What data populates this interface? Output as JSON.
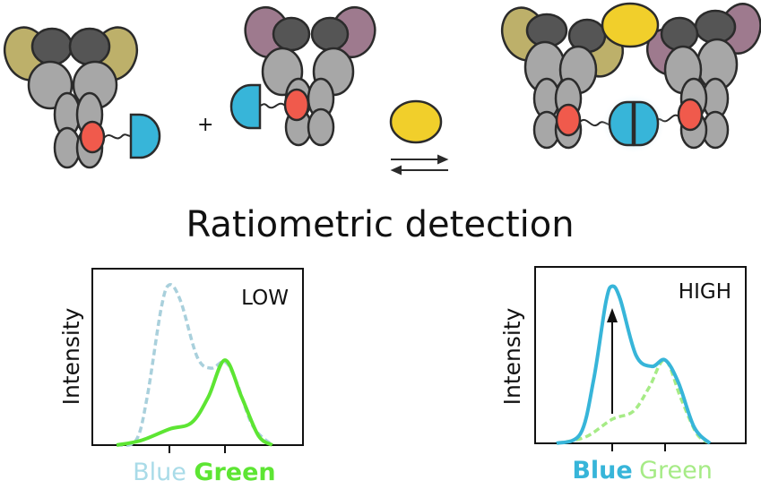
{
  "title": "Ratiometric detection",
  "operators": {
    "plus": "+"
  },
  "colors": {
    "blue": "#37b5d9",
    "green": "#5de533",
    "red": "#f05a4c",
    "gold": "#f1cf2b",
    "grey": "#a7a7a7",
    "dark_grey": "#555555",
    "olive": "#bdb06a",
    "mauve": "#9e7a8e",
    "outline": "#2b2b2b"
  },
  "panels": {
    "low": {
      "label": "LOW",
      "ylabel": "Intensity",
      "x_labels": [
        {
          "text": "Blue",
          "color": "#a9dbe8",
          "bold": false
        },
        {
          "text": "Green",
          "color": "#5de533",
          "bold": true
        }
      ]
    },
    "high": {
      "label": "HIGH",
      "ylabel": "Intensity",
      "x_labels": [
        {
          "text": "Blue",
          "color": "#37b5d9",
          "bold": true
        },
        {
          "text": "Green",
          "color": "#a6eb86",
          "bold": false
        }
      ]
    }
  },
  "chart_data": [
    {
      "type": "line",
      "panel": "LOW",
      "categories": [
        "Blue",
        "Green"
      ],
      "ylim": [
        0,
        1
      ],
      "series": [
        {
          "style": "dashed",
          "color": "#a9d0dc",
          "points": [
            [
              -0.95,
              0
            ],
            [
              -0.6,
              0.03
            ],
            [
              -0.4,
              0.3
            ],
            [
              -0.15,
              0.85
            ],
            [
              0,
              1
            ],
            [
              0.2,
              0.9
            ],
            [
              0.5,
              0.55
            ],
            [
              0.75,
              0.48
            ],
            [
              1,
              0.52
            ],
            [
              1.2,
              0.4
            ],
            [
              1.5,
              0.12
            ],
            [
              1.85,
              0
            ]
          ]
        },
        {
          "style": "solid",
          "color": "#5de533",
          "points": [
            [
              -0.95,
              0
            ],
            [
              -0.5,
              0.03
            ],
            [
              0,
              0.1
            ],
            [
              0.4,
              0.14
            ],
            [
              0.7,
              0.3
            ],
            [
              1,
              0.53
            ],
            [
              1.3,
              0.3
            ],
            [
              1.6,
              0.06
            ],
            [
              1.85,
              0
            ]
          ]
        }
      ]
    },
    {
      "type": "line",
      "panel": "HIGH",
      "categories": [
        "Blue",
        "Green"
      ],
      "ylim": [
        0,
        1
      ],
      "series": [
        {
          "style": "solid",
          "color": "#37b5d9",
          "points": [
            [
              -1.05,
              0
            ],
            [
              -0.6,
              0.06
            ],
            [
              -0.35,
              0.4
            ],
            [
              -0.12,
              0.88
            ],
            [
              0,
              0.98
            ],
            [
              0.15,
              0.9
            ],
            [
              0.45,
              0.55
            ],
            [
              0.75,
              0.48
            ],
            [
              1,
              0.52
            ],
            [
              1.25,
              0.38
            ],
            [
              1.55,
              0.1
            ],
            [
              1.85,
              0
            ]
          ]
        },
        {
          "style": "dashed",
          "color": "#a6eb86",
          "points": [
            [
              -1.05,
              0
            ],
            [
              -0.5,
              0.04
            ],
            [
              0,
              0.15
            ],
            [
              0.4,
              0.2
            ],
            [
              0.7,
              0.35
            ],
            [
              1,
              0.52
            ],
            [
              1.3,
              0.28
            ],
            [
              1.6,
              0.06
            ],
            [
              1.85,
              0
            ]
          ]
        }
      ],
      "annotation": "upward arrow at Blue"
    }
  ]
}
